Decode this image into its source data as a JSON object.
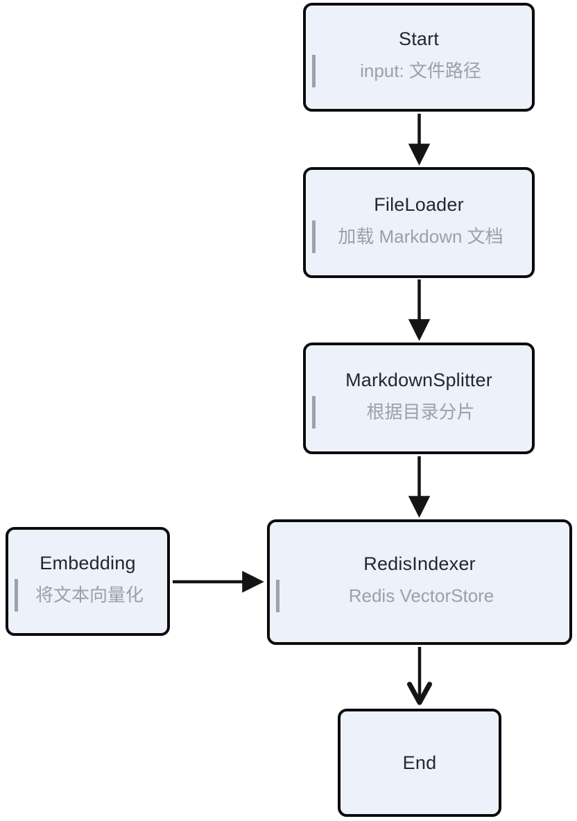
{
  "diagram": {
    "type": "flowchart",
    "direction": "top-to-bottom",
    "background": "#ffffff",
    "colors": {
      "node_fill": "#edf1f9",
      "node_border": "#0b0b0b",
      "title_text": "#212733",
      "subtitle_text": "#99a1ab",
      "subtitle_bar": "#9aa3ad",
      "edge": "#141414"
    },
    "nodes": [
      {
        "id": "start",
        "title": "Start",
        "subtitle": "input: 文件路径"
      },
      {
        "id": "fileloader",
        "title": "FileLoader",
        "subtitle": "加载 Markdown 文档"
      },
      {
        "id": "markdownsplitter",
        "title": "MarkdownSplitter",
        "subtitle": "根据目录分片"
      },
      {
        "id": "embedding",
        "title": "Embedding",
        "subtitle": "将文本向量化"
      },
      {
        "id": "redisindexer",
        "title": "RedisIndexer",
        "subtitle": "Redis VectorStore"
      },
      {
        "id": "end",
        "title": "End",
        "subtitle": ""
      }
    ],
    "edges": [
      {
        "from": "start",
        "to": "fileloader",
        "arrowhead": "filled-triangle"
      },
      {
        "from": "fileloader",
        "to": "markdownsplitter",
        "arrowhead": "filled-triangle"
      },
      {
        "from": "markdownsplitter",
        "to": "redisindexer",
        "arrowhead": "filled-triangle"
      },
      {
        "from": "embedding",
        "to": "redisindexer",
        "arrowhead": "filled-triangle"
      },
      {
        "from": "redisindexer",
        "to": "end",
        "arrowhead": "open-chevron"
      }
    ]
  }
}
